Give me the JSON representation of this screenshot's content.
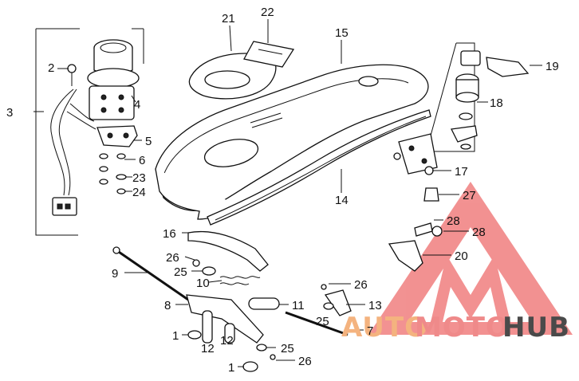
{
  "diagram": {
    "callouts": [
      {
        "id": "c1a",
        "text": "1"
      },
      {
        "id": "c1b",
        "text": "1"
      },
      {
        "id": "c2",
        "text": "2"
      },
      {
        "id": "c3",
        "text": "3"
      },
      {
        "id": "c4",
        "text": "4"
      },
      {
        "id": "c5",
        "text": "5"
      },
      {
        "id": "c6",
        "text": "6"
      },
      {
        "id": "c7",
        "text": "7"
      },
      {
        "id": "c8",
        "text": "8"
      },
      {
        "id": "c9",
        "text": "9"
      },
      {
        "id": "c10",
        "text": "10"
      },
      {
        "id": "c11",
        "text": "11"
      },
      {
        "id": "c12a",
        "text": "12"
      },
      {
        "id": "c12b",
        "text": "12"
      },
      {
        "id": "c13",
        "text": "13"
      },
      {
        "id": "c14",
        "text": "14"
      },
      {
        "id": "c15",
        "text": "15"
      },
      {
        "id": "c16",
        "text": "16"
      },
      {
        "id": "c17",
        "text": "17"
      },
      {
        "id": "c18",
        "text": "18"
      },
      {
        "id": "c19",
        "text": "19"
      },
      {
        "id": "c20",
        "text": "20"
      },
      {
        "id": "c21",
        "text": "21"
      },
      {
        "id": "c22",
        "text": "22"
      },
      {
        "id": "c23",
        "text": "23"
      },
      {
        "id": "c24",
        "text": "24"
      },
      {
        "id": "c25a",
        "text": "25"
      },
      {
        "id": "c25b",
        "text": "25"
      },
      {
        "id": "c25c",
        "text": "25"
      },
      {
        "id": "c26a",
        "text": "26"
      },
      {
        "id": "c26b",
        "text": "26"
      },
      {
        "id": "c26c",
        "text": "26"
      },
      {
        "id": "c27",
        "text": "27"
      },
      {
        "id": "c28a",
        "text": "28"
      },
      {
        "id": "c28b",
        "text": "28"
      }
    ]
  },
  "watermark": {
    "part1": "AUTO",
    "part2": "MOTO",
    "part3": "HUB",
    "colors": {
      "auto": "#f4b37f",
      "moto": "#ef8a8a",
      "hub": "#4a4a4a",
      "triangle": "#ee6d6d"
    }
  }
}
